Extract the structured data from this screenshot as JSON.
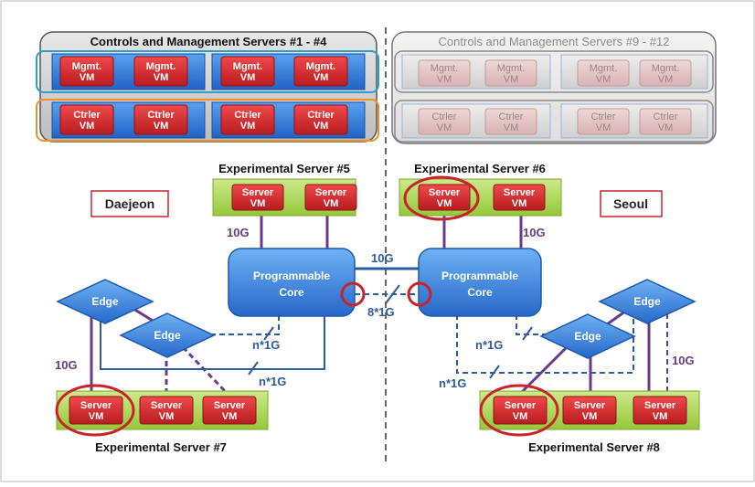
{
  "top_left_panel": {
    "title": "Controls and Management Servers #1 - #4"
  },
  "top_right_panel": {
    "title": "Controls and Management Servers #9 - #12"
  },
  "vm": {
    "mgmt_line1": "Mgmt.",
    "ctrl_line1": "Ctrler",
    "server_line1": "Server",
    "line2": "VM"
  },
  "servers": {
    "s5": "Experimental Server #5",
    "s6": "Experimental Server #6",
    "s7": "Experimental Server #7",
    "s8": "Experimental Server #8"
  },
  "cities": {
    "left": "Daejeon",
    "right": "Seoul"
  },
  "core": {
    "line1": "Programmable",
    "line2": "Core"
  },
  "edge_label": "Edge",
  "links": {
    "core_core": "10G",
    "core_core_multi": "8*1G",
    "s5_core": "10G",
    "s6_core": "10G",
    "s7_edge": "10G",
    "s8_edge": "10G",
    "n1g_left_upper": "n*1G",
    "n1g_left_lower": "n*1G",
    "n1g_right_upper": "n*1G",
    "n1g_right_lower": "n*1G"
  },
  "colors": {
    "vm_red": "#d8282a",
    "host_blue": "#2f7be0",
    "host_green": "#a8d64a",
    "link_purple": "#6a3a8c",
    "link_blue": "#2c5b9e",
    "highlight_red": "#c8232b",
    "ghost_gray": "#c9c9c9"
  }
}
